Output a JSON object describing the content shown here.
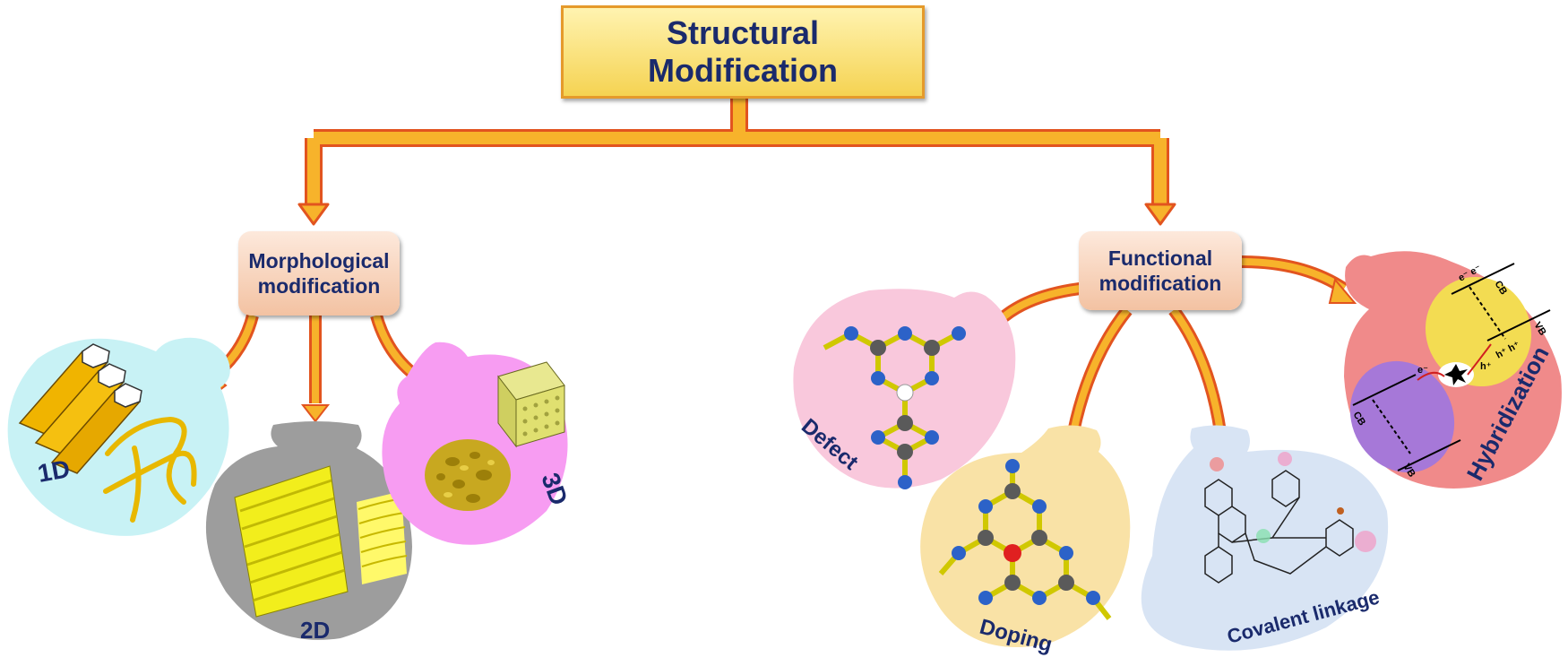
{
  "title": "Structural Modification",
  "branches": {
    "morphological": "Morphological modification",
    "functional": "Functional modification"
  },
  "morphological_items": [
    "1D",
    "2D",
    "3D"
  ],
  "functional_items": [
    "Defect",
    "Doping",
    "Covalent linkage",
    "Hybridization"
  ],
  "hybridization_labels": {
    "cb_top": "CB",
    "vb_top": "VB",
    "cb_bottom": "CB",
    "vb_bottom": "VB",
    "electron_pair": "e⁻ e⁻",
    "electron": "e⁻",
    "hole_pair": "h⁺ h⁺",
    "hole": "h⁺"
  },
  "colors": {
    "title_fill": "#f5d352",
    "title_border": "#e59a2b",
    "connector": "#f7b32b",
    "connector_edge": "#e2541f",
    "branch_fill": "#f3c2a2",
    "bubble_1d": "#c8f2f5",
    "bubble_2d": "#9d9d9d",
    "bubble_3d": "#f79cf2",
    "bubble_defect": "#f9c8dc",
    "bubble_doping": "#f9e2a6",
    "bubble_covalent": "#d8e4f4",
    "bubble_hybrid": "#f08a8a"
  }
}
